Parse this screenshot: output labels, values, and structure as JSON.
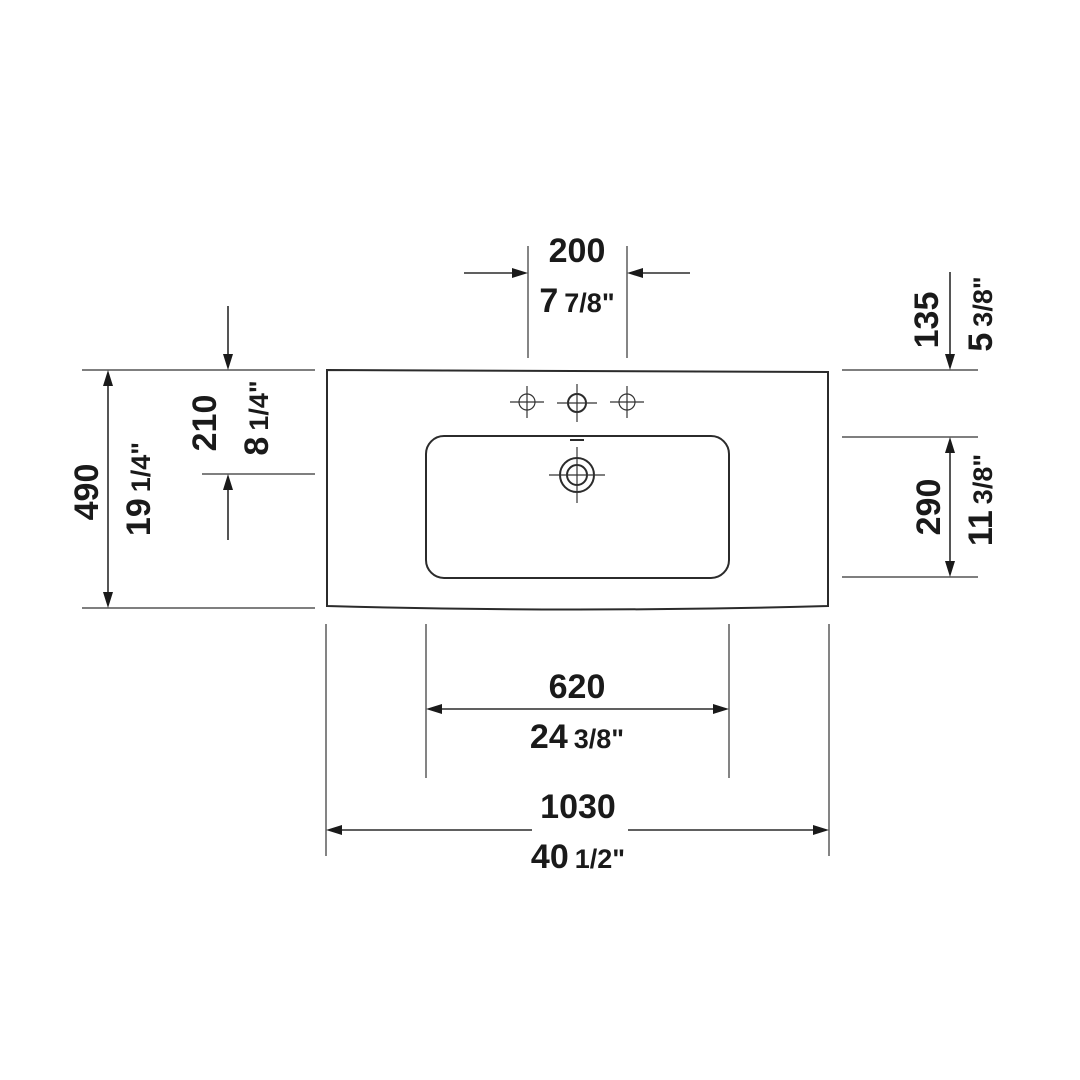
{
  "dimensions": {
    "tap_spacing": {
      "mm": "200",
      "inch_whole": "7",
      "inch_frac": "7/8\""
    },
    "tap_hole_to_edge": {
      "mm": "135",
      "inch_whole": "5",
      "inch_frac": "3/8\""
    },
    "total_depth": {
      "mm": "490",
      "inch_whole": "19",
      "inch_frac": "1/4\""
    },
    "tap_hole_depth": {
      "mm": "210",
      "inch_whole": "8",
      "inch_frac": "1/4\""
    },
    "bowl_depth": {
      "mm": "290",
      "inch_whole": "11",
      "inch_frac": "3/8\""
    },
    "bowl_width": {
      "mm": "620",
      "inch_whole": "24",
      "inch_frac": "3/8\""
    },
    "total_width": {
      "mm": "1030",
      "inch_whole": "40",
      "inch_frac": "1/2\""
    }
  },
  "colors": {
    "ink": "#1a1a1a",
    "background": "#ffffff"
  }
}
